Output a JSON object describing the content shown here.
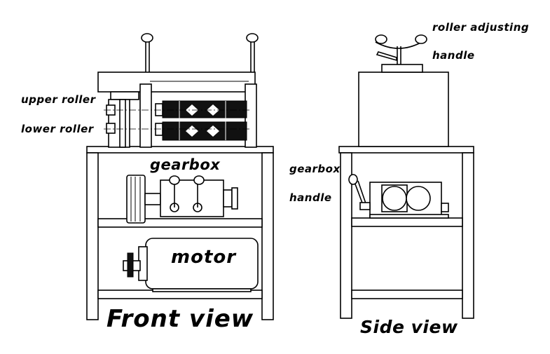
{
  "labels": {
    "upper_roller": "upper roller",
    "lower_roller": "lower roller",
    "gearbox_front": "gearbox",
    "motor": "motor",
    "front_view": "Front view",
    "roller_adjusting": "roller adjusting",
    "roller_handle": "handle",
    "gearbox_side": "gearbox",
    "gearbox_handle": "handle",
    "side_view": "Side view"
  },
  "colors": {
    "line": "#000000",
    "background": "#ffffff"
  }
}
